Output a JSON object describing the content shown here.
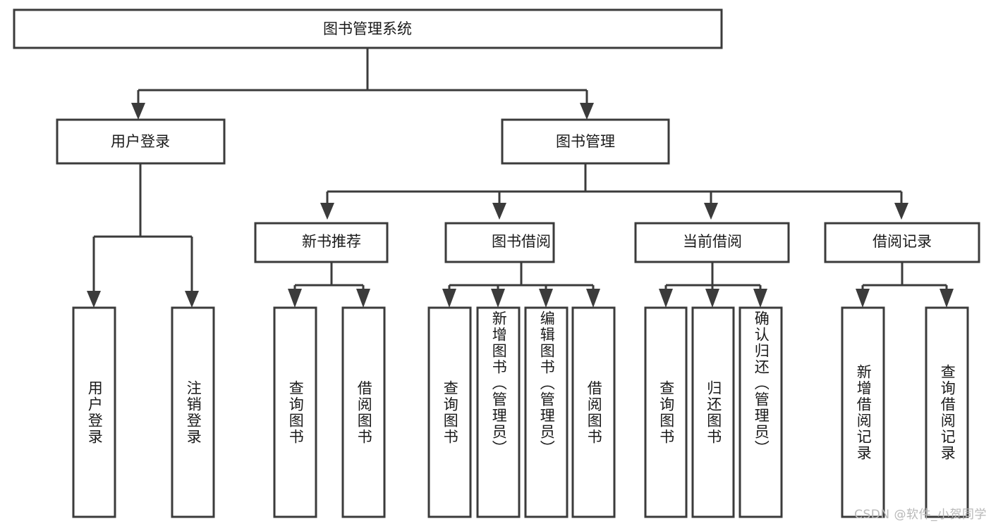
{
  "diagram": {
    "type": "tree",
    "title": "图书管理系统",
    "orientation": "top-down",
    "colors": {
      "box_fill": "#ffffff",
      "box_stroke": "#3b3b3b",
      "text": "#1a1a1a",
      "background": "#ffffff",
      "watermark": "#b8b8b8"
    },
    "root": {
      "label": "图书管理系统"
    },
    "level1": [
      {
        "label": "用户登录"
      },
      {
        "label": "图书管理"
      }
    ],
    "level2": [
      {
        "label": "新书推荐"
      },
      {
        "label": "图书借阅"
      },
      {
        "label": "当前借阅"
      },
      {
        "label": "借阅记录"
      }
    ],
    "leaves_user_login": [
      {
        "label": "用户登录"
      },
      {
        "label": "注销登录"
      }
    ],
    "leaves_new_book": [
      {
        "label": "查询图书"
      },
      {
        "label": "借阅图书"
      }
    ],
    "leaves_borrow": [
      {
        "label": "查询图书"
      },
      {
        "label": "新增图书（管理员）"
      },
      {
        "label": "编辑图书（管理员）"
      },
      {
        "label": "借阅图书"
      }
    ],
    "leaves_current": [
      {
        "label": "查询图书"
      },
      {
        "label": "归还图书"
      },
      {
        "label": "确认归还（管理员）"
      }
    ],
    "leaves_record": [
      {
        "label": "新增借阅记录"
      },
      {
        "label": "查询借阅记录"
      }
    ]
  },
  "watermark": {
    "text": "CSDN @软件_小贺同学"
  }
}
